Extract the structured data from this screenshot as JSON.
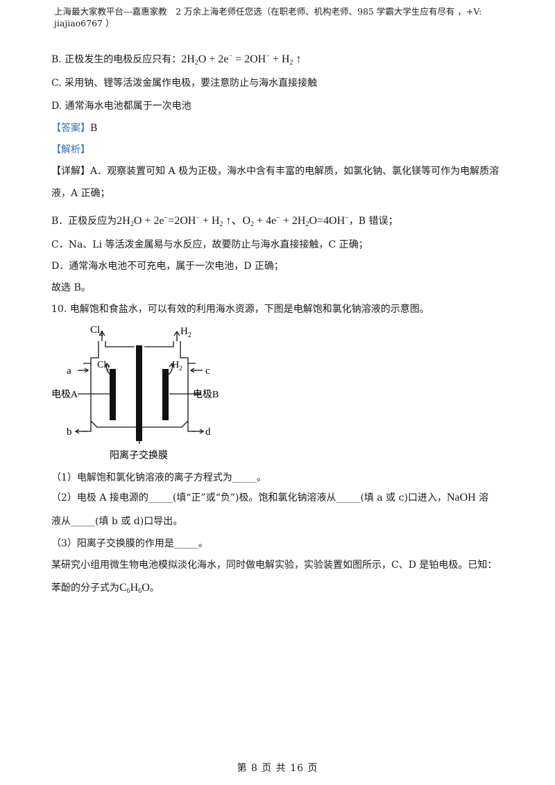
{
  "header": {
    "text": "上海最大家教平台---嘉惠家教　2 万余上海老师任您选（在职老师、机构老师、985 学霸大学生应有尽有 ，+V: jiajiao6767 ）"
  },
  "options": {
    "B_label": "B. 正极发生的电极反应只有：",
    "C": "C. 采用钠、锂等活泼金属作电极，要注意防止与海水直接接触",
    "D": "D. 通常海水电池都属于一次电池"
  },
  "answer": {
    "tag": "【答案】",
    "value": "B"
  },
  "analysis_tag": "【解析】",
  "explain": {
    "a1": "【详解】A．观察装置可知 A 极为正极，海水中含有丰富的电解质，如氯化钠、氯化镁等可作为电解质溶",
    "a2": "液，A 正确；",
    "b_prefix": "B．正极反应为",
    "b_suffix": "，B 错误；",
    "c": "C．Na、Li 等活泼金属易与水反应，故要防止与海水直接接触，C 正确；",
    "d": "D．通常海水电池不可充电，属于一次电池，D 正确；",
    "conclusion": "故选 B。"
  },
  "q10": {
    "stem": "10. 电解饱和食盐水，可以有效的利用海水资源，下图是电解饱和氯化钠溶液的示意图。",
    "diagram": {
      "cl2": "Cl",
      "h2": "H",
      "sub2": "2",
      "a": "a",
      "b": "b",
      "c": "c",
      "d": "d",
      "electrode_a": "电极A",
      "electrode_b": "电极B",
      "membrane": "阳离子交换膜"
    },
    "s1": "（1）电解饱和氯化钠溶液的离子方程式为_____。",
    "s2a": "（2）电极 A 接电源的_____(填“正”或“负”)极。饱和氯化钠溶液从_____(填 a 或 c)口进入，",
    "s2naoh": "NaOH",
    "s2b": " 溶",
    "s2c": "液从_____(填 b 或 d)口导出。",
    "s3": "（3）阳离子交换膜的作用是_____。",
    "p1": "某研究小组用微生物电池模拟淡化海水，同时做电解实验，实验装置如图所示，C、D 是铂电极。已知：",
    "p2_prefix": "苯酚的分子式为",
    "p2_suffix": "。"
  },
  "footer": {
    "text": "第 8 页 共 16 页"
  }
}
